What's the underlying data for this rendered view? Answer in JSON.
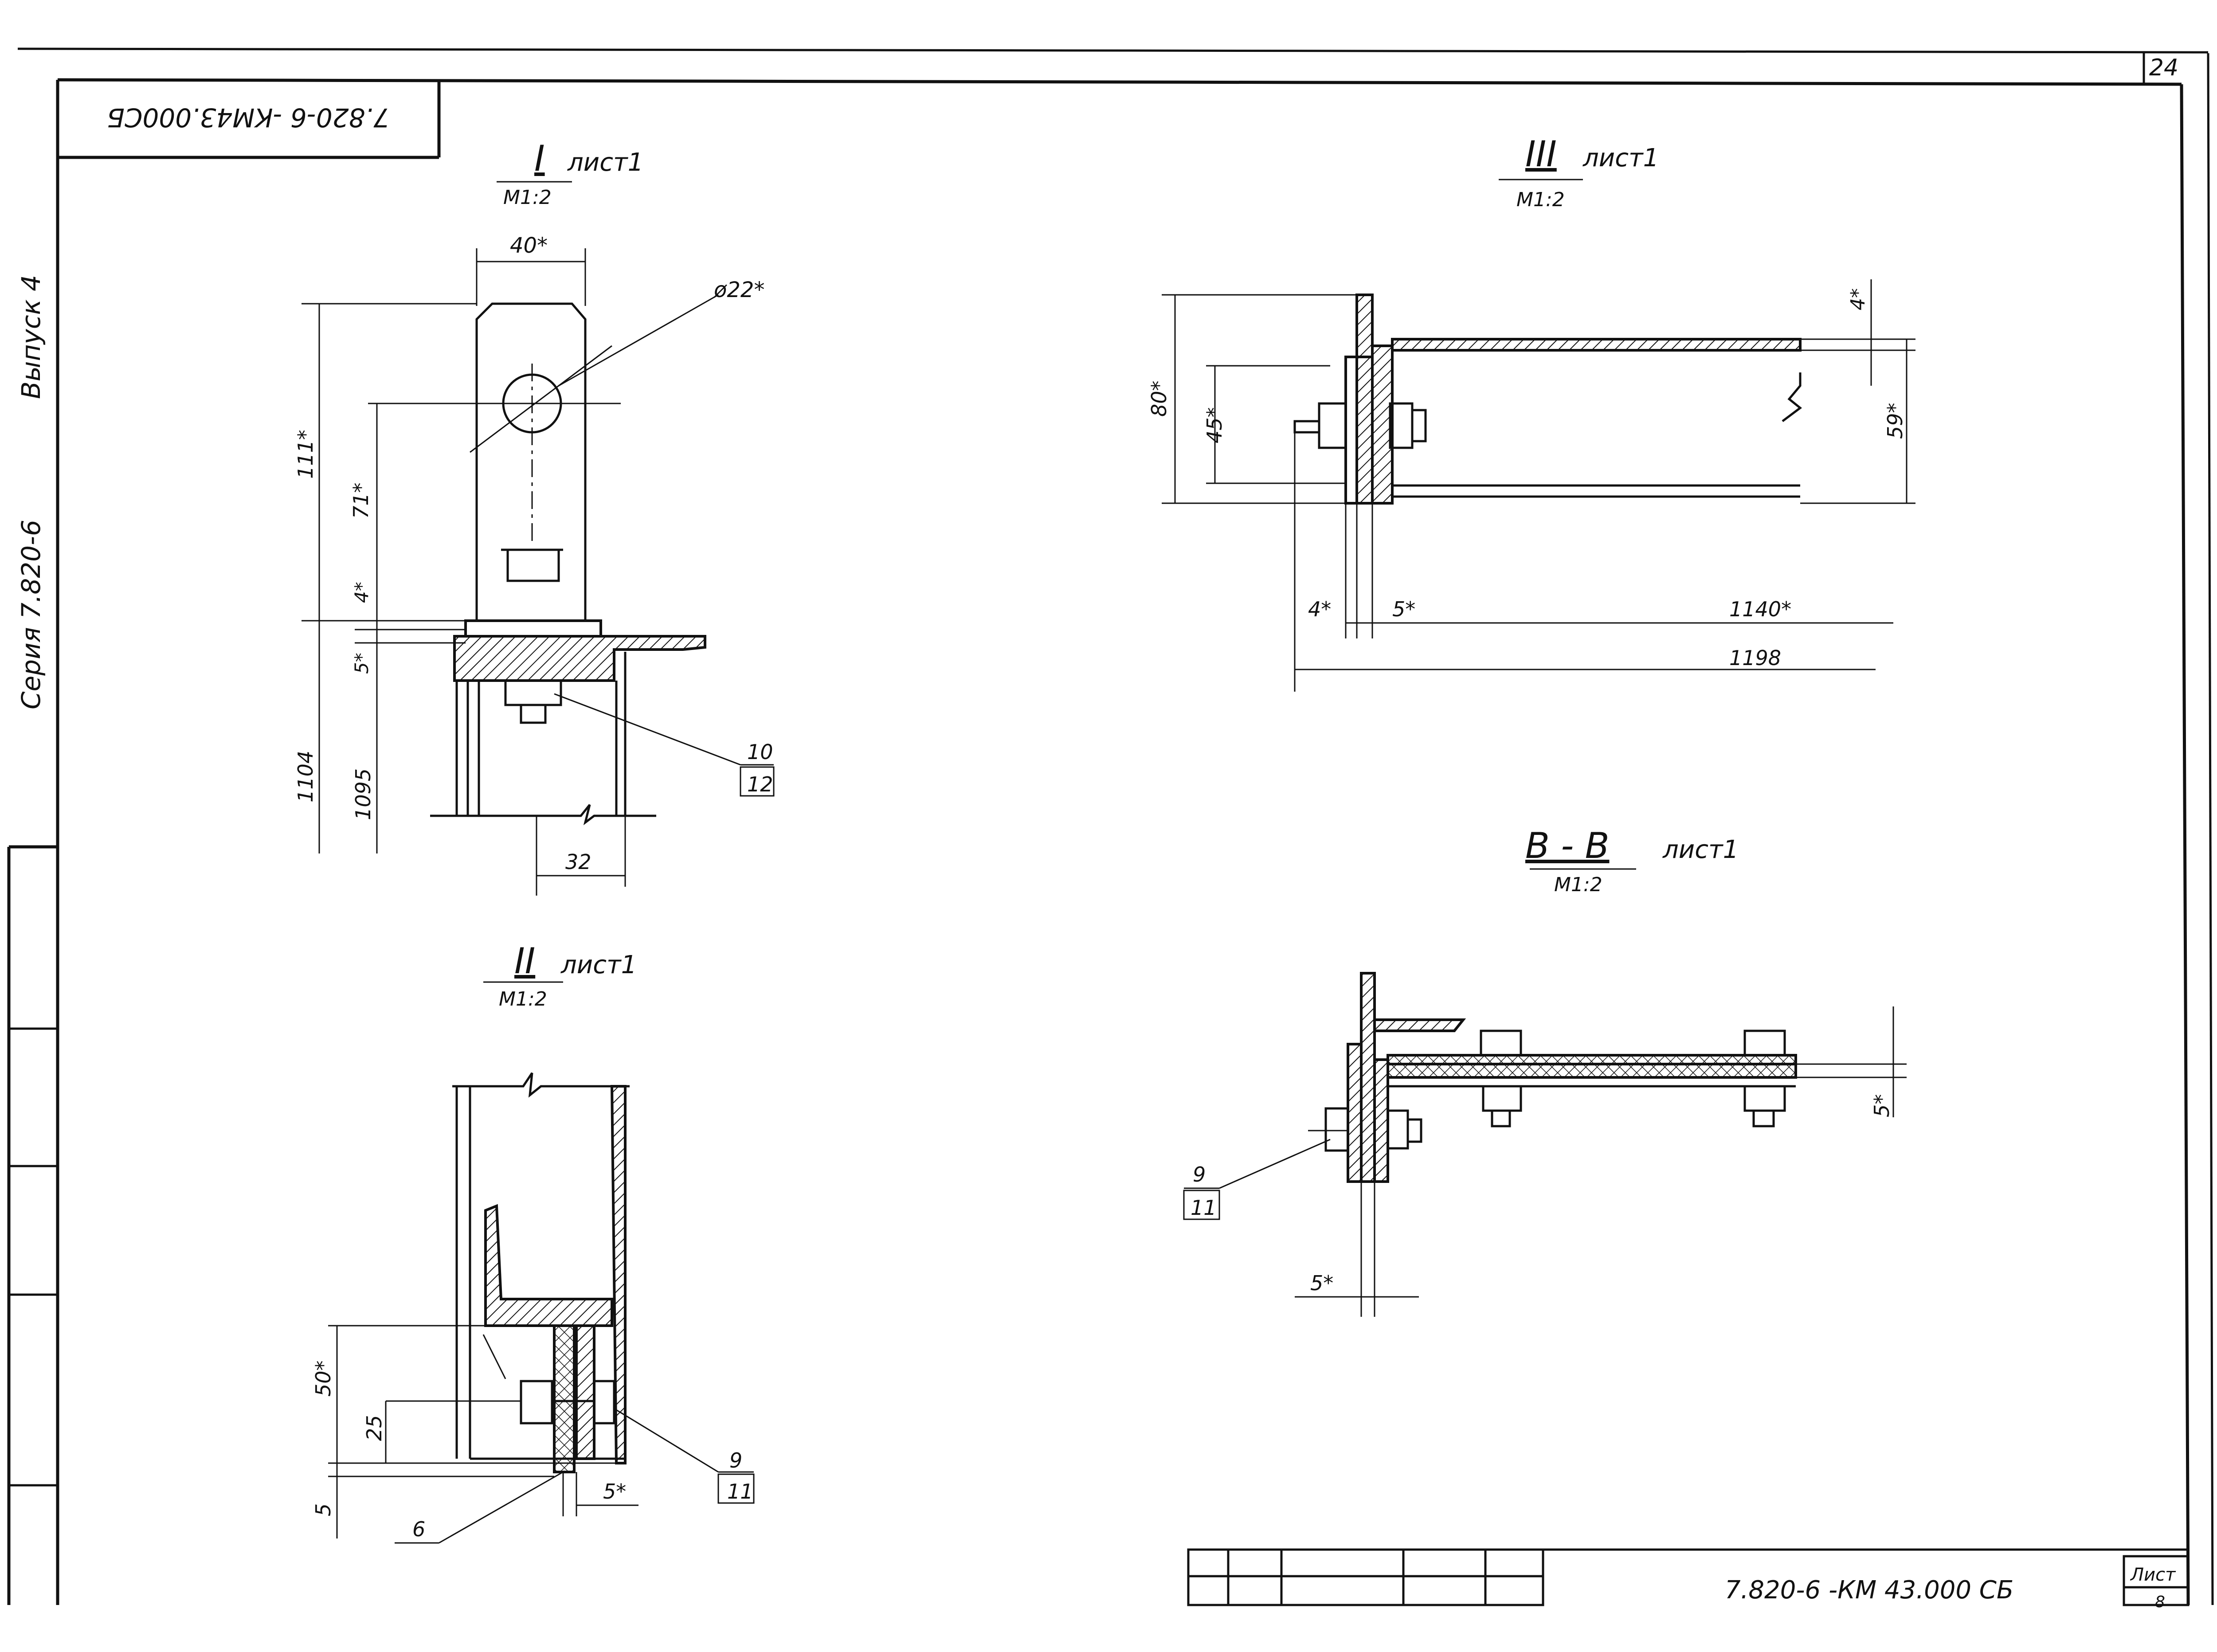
{
  "page_number": "24",
  "corner_stamp": "7.820-6 -КМ43.000СБ",
  "side_labels": {
    "series": "Серия 7.820-6",
    "issue": "Выпуск 4"
  },
  "views": {
    "v1": {
      "title": "I",
      "sheet": "лист1",
      "scale": "М1:2"
    },
    "v2": {
      "title": "II",
      "sheet": "лист1",
      "scale": "М1:2"
    },
    "v3": {
      "title": "III",
      "sheet": "лист1",
      "scale": "М1:2"
    },
    "v4": {
      "title": "В - В",
      "sheet": "лист1",
      "scale": "М1:2"
    }
  },
  "dims": {
    "v1": {
      "width": "40*",
      "diameter": "ø22*",
      "total": "111*",
      "hole": "71*",
      "t1": "4*",
      "t2": "5*",
      "l1": "1104",
      "l2": "1095",
      "w": "32"
    },
    "v2": {
      "h": "50*",
      "mid": "25",
      "bot": "5",
      "t": "5*"
    },
    "v3": {
      "h": "80*",
      "mid": "45*",
      "top": "4*",
      "right": "59*",
      "a": "4*",
      "b": "5*",
      "len1": "1140*",
      "len2": "1198"
    },
    "v4": {
      "right": "5*",
      "bottom": "5*"
    }
  },
  "callouts": {
    "v1": {
      "top": "10",
      "bottom": "12"
    },
    "v2_pos": {
      "top": "9",
      "bottom": "11"
    },
    "v2_part": "6",
    "v4": {
      "top": "9",
      "bottom": "11"
    }
  },
  "title_block": {
    "code": "7.820-6 -КМ 43.000 СБ",
    "sheet_label": "Лист",
    "sheet_value": "8"
  }
}
